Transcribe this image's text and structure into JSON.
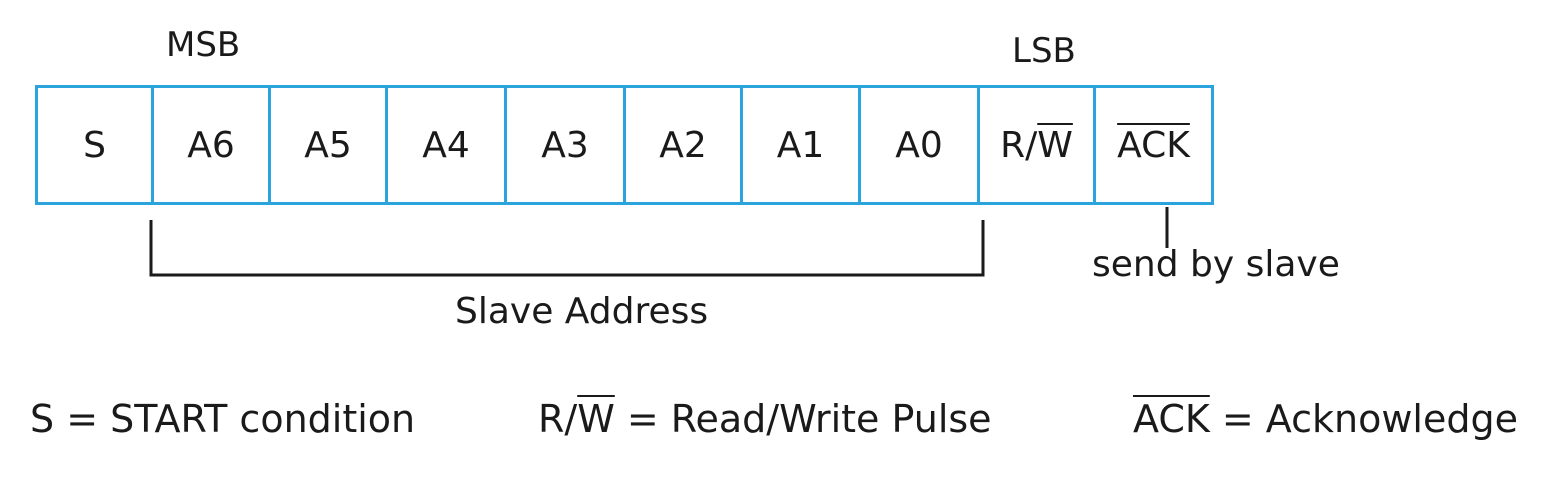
{
  "markers": {
    "msb": "MSB",
    "lsb": "LSB"
  },
  "frame": {
    "border_color": "#2ba3dd",
    "cells": [
      {
        "label": "S",
        "overline": false
      },
      {
        "label": "A6",
        "overline": false
      },
      {
        "label": "A5",
        "overline": false
      },
      {
        "label": "A4",
        "overline": false
      },
      {
        "label": "A3",
        "overline": false
      },
      {
        "label": "A2",
        "overline": false
      },
      {
        "label": "A1",
        "overline": false
      },
      {
        "label": "A0",
        "overline": false
      },
      {
        "label_prefix": "R/",
        "label_overline": "W"
      },
      {
        "label_overline": "ACK"
      }
    ]
  },
  "annotations": {
    "slave_address": "Slave Address",
    "ack_note": "send by slave"
  },
  "legend": {
    "start": "S = START condition",
    "rw_prefix": "R/",
    "rw_overline": "W",
    "rw_rest": " = Read/Write Pulse",
    "ack_overline": "ACK",
    "ack_rest": " = Acknowledge"
  }
}
